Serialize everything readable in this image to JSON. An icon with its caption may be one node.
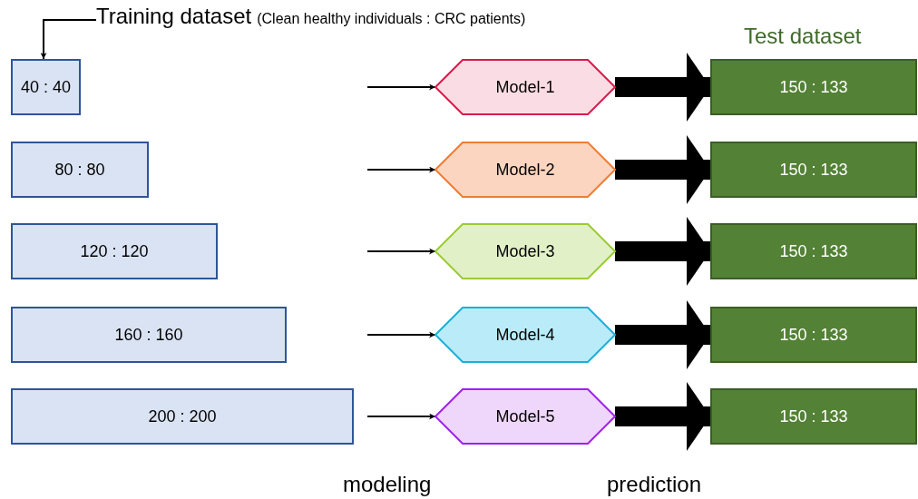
{
  "diagram": {
    "nodes": [
      {
        "text": [
          "Training dataset",
          "(Clean healthy individuals : CRC patients)"
        ]
      },
      {
        "text": [
          "40 : 40"
        ]
      },
      {
        "text": [
          "80 : 80"
        ]
      },
      {
        "text": [
          "120 : 120"
        ]
      },
      {
        "text": [
          "160 : 160"
        ]
      },
      {
        "text": [
          "200 : 200"
        ]
      },
      {
        "text": [
          "Model-1"
        ]
      },
      {
        "text": [
          "Model-2"
        ]
      },
      {
        "text": [
          "Model-3"
        ]
      },
      {
        "text": [
          "Model-4"
        ]
      },
      {
        "text": [
          "Model-5"
        ]
      },
      {
        "text": [
          "150 : 133"
        ]
      },
      {
        "text": [
          "150 : 133"
        ]
      },
      {
        "text": [
          "150 : 133"
        ]
      },
      {
        "text": [
          "150 : 133"
        ]
      },
      {
        "text": [
          "150 : 133"
        ]
      }
    ],
    "edges": [
      {
        "from": 0,
        "to": 1,
        "arrow": "to"
      },
      {
        "from": null,
        "to": 6,
        "arrow": "to"
      },
      {
        "from": null,
        "to": 7,
        "arrow": "to"
      },
      {
        "from": null,
        "to": 8,
        "arrow": "to"
      },
      {
        "from": null,
        "to": 9,
        "arrow": "to"
      },
      {
        "from": null,
        "to": 10,
        "arrow": "to"
      },
      {
        "from": 6,
        "to": 11,
        "arrow": "to",
        "style": "thick"
      },
      {
        "from": 7,
        "to": 12,
        "arrow": "to",
        "style": "thick"
      },
      {
        "from": 8,
        "to": 13,
        "arrow": "to",
        "style": "thick"
      },
      {
        "from": 9,
        "to": 14,
        "arrow": "to",
        "style": "thick"
      },
      {
        "from": 10,
        "to": 15,
        "arrow": "to",
        "style": "thick"
      }
    ],
    "labels": [
      "Test dataset",
      "modeling",
      "prediction"
    ]
  }
}
